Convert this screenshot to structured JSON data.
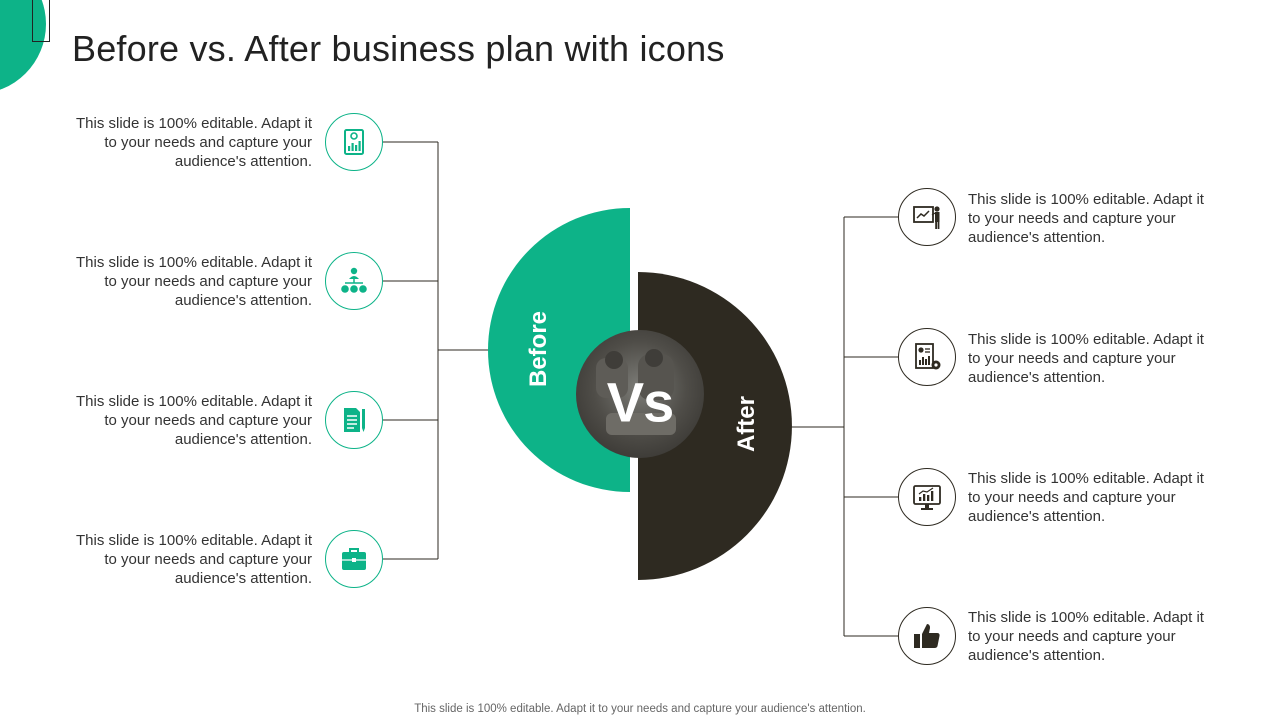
{
  "title": "Before vs. After business plan with icons",
  "center": {
    "before_label": "Before",
    "after_label": "After",
    "vs_label": "Vs"
  },
  "before_items": [
    {
      "text": "This slide is 100% editable. Adapt it to your needs and capture your audience's attention.",
      "icon": "report-chart-icon"
    },
    {
      "text": "This slide is 100% editable. Adapt it to your needs and capture your audience's attention.",
      "icon": "org-hierarchy-icon"
    },
    {
      "text": "This slide is 100% editable. Adapt it to your needs and capture your audience's attention.",
      "icon": "document-pen-icon"
    },
    {
      "text": "This slide is 100% editable. Adapt it to your needs and capture your audience's attention.",
      "icon": "briefcase-icon"
    }
  ],
  "after_items": [
    {
      "text": "This slide is 100% editable. Adapt it to your needs and capture your audience's attention.",
      "icon": "presentation-icon"
    },
    {
      "text": "This slide is 100% editable. Adapt it to your needs and capture your audience's attention.",
      "icon": "financial-report-icon"
    },
    {
      "text": "This slide is 100% editable. Adapt it to your needs and capture your audience's attention.",
      "icon": "monitor-chart-icon"
    },
    {
      "text": "This slide is 100% editable. Adapt it to your needs and capture your audience's attention.",
      "icon": "thumbs-up-icon"
    }
  ],
  "footer": "This slide is 100% editable. Adapt it to your needs and capture your audience's attention.",
  "colors": {
    "accent": "#0db388",
    "dark": "#2e2a21",
    "text": "#333333"
  }
}
